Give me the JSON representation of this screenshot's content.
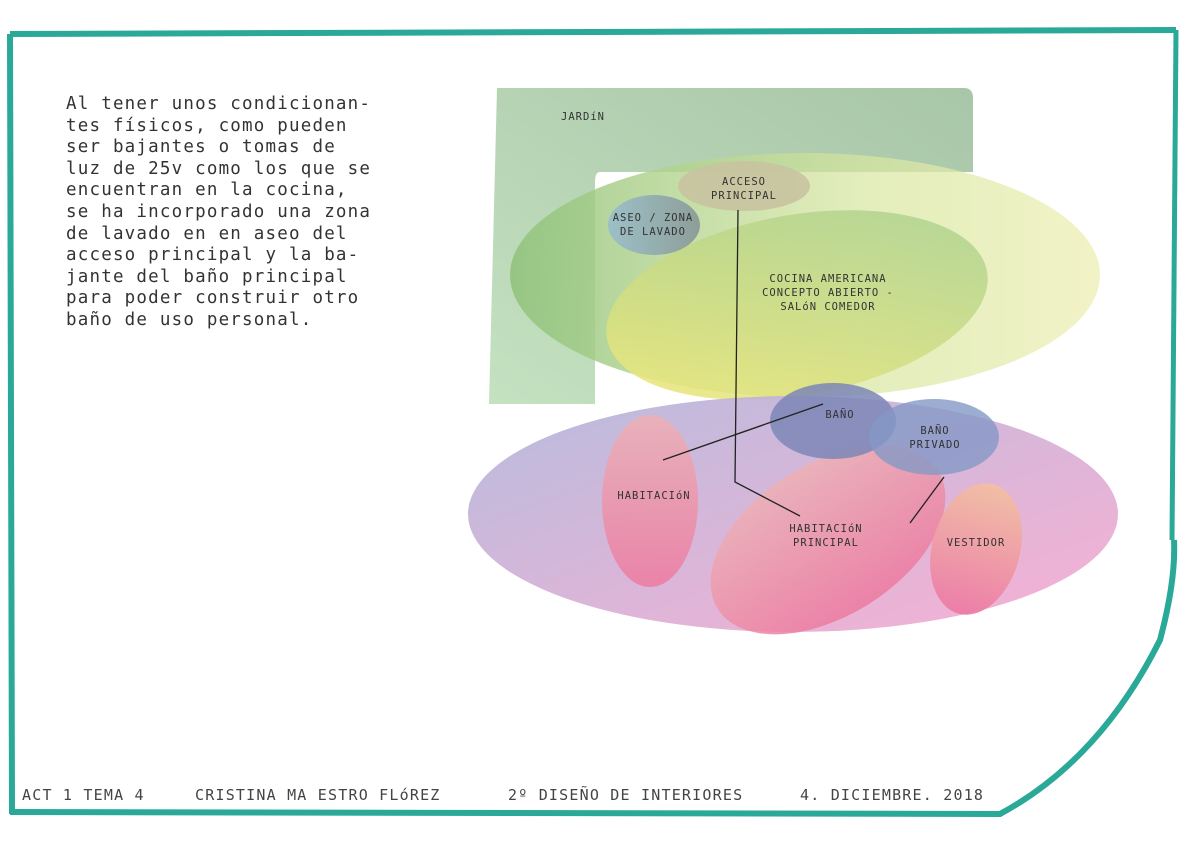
{
  "description_text": "Al tener unos condicionan-\ntes físicos, como pueden\nser bajantes o tomas de\nluz de 25v como los que se\nencuentran en la cocina,\nse ha incorporado una zona\nde lavado en en aseo del\nacceso principal y la ba-\njante del baño principal\npara poder construir otro\nbaño de uso personal.",
  "zones": {
    "jardin": "JARDíN",
    "acceso_1": "ACCESO",
    "acceso_2": "PRINCIPAL",
    "aseo_1": "ASEO / ZONA",
    "aseo_2": "DE LAVADO",
    "cocina_1": "COCINA AMERICANA",
    "cocina_2": "CONCEPTO ABIERTO -",
    "cocina_3": "SALóN COMEDOR",
    "bano": "BAÑO",
    "bano_privado_1": "BAÑO",
    "bano_privado_2": "PRIVADO",
    "habitacion": "HABITACIóN",
    "hab_principal_1": "HABITACIóN",
    "hab_principal_2": "PRINCIPAL",
    "vestidor": "VESTIDOR"
  },
  "footer": {
    "activity": "ACT 1 TEMA 4",
    "author": "CRISTINA MA ESTRO FLóREZ",
    "course": "2º DISEÑO DE INTERIORES",
    "date": "4. DICIEMBRE. 2018"
  },
  "colors": {
    "frame": "#2aa898"
  }
}
